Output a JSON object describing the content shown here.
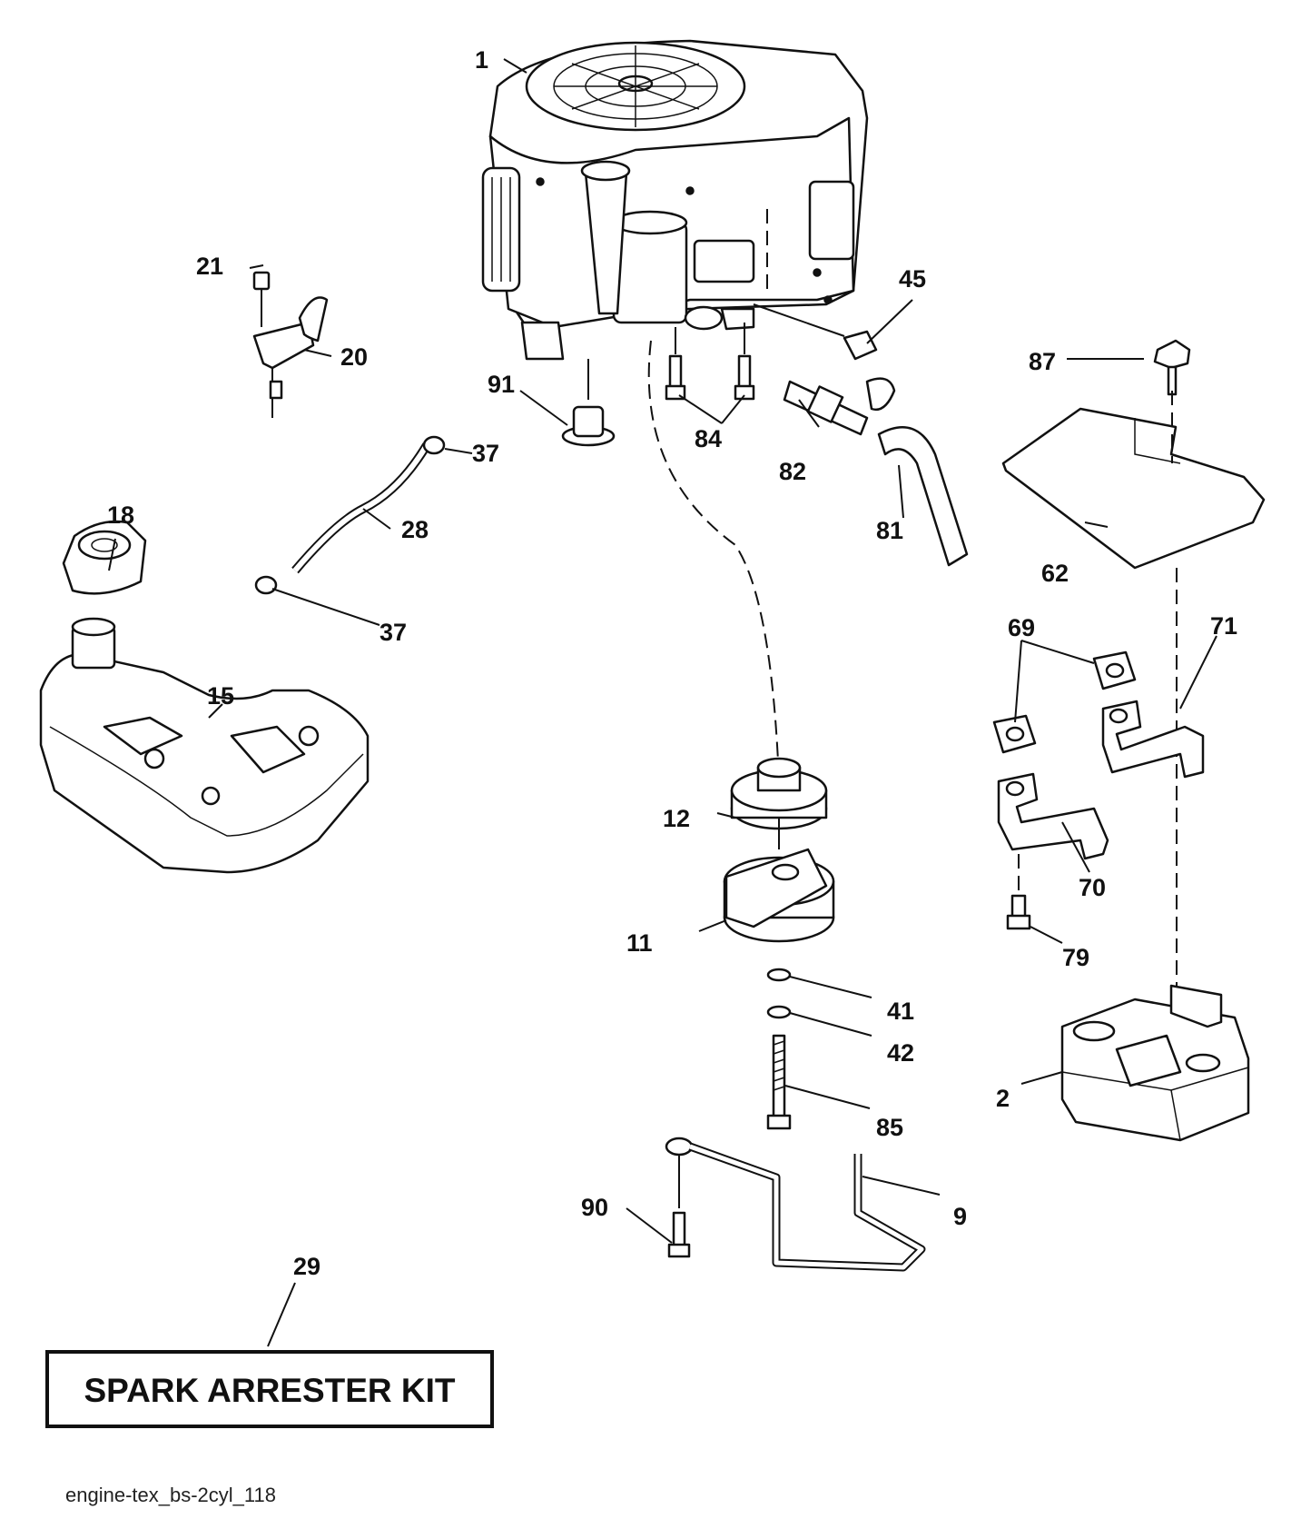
{
  "diagram": {
    "footer_code": "engine-tex_bs-2cyl_118",
    "kit_label": "SPARK ARRESTER KIT",
    "callouts": {
      "p1": "1",
      "p2": "2",
      "p9": "9",
      "p11": "11",
      "p12": "12",
      "p15": "15",
      "p18": "18",
      "p20": "20",
      "p21": "21",
      "p28": "28",
      "p29": "29",
      "p37a": "37",
      "p37b": "37",
      "p41": "41",
      "p42": "42",
      "p45": "45",
      "p62": "62",
      "p69": "69",
      "p70": "70",
      "p71": "71",
      "p79": "79",
      "p81": "81",
      "p82": "82",
      "p84": "84",
      "p85": "85",
      "p87": "87",
      "p90": "90",
      "p91": "91"
    }
  }
}
